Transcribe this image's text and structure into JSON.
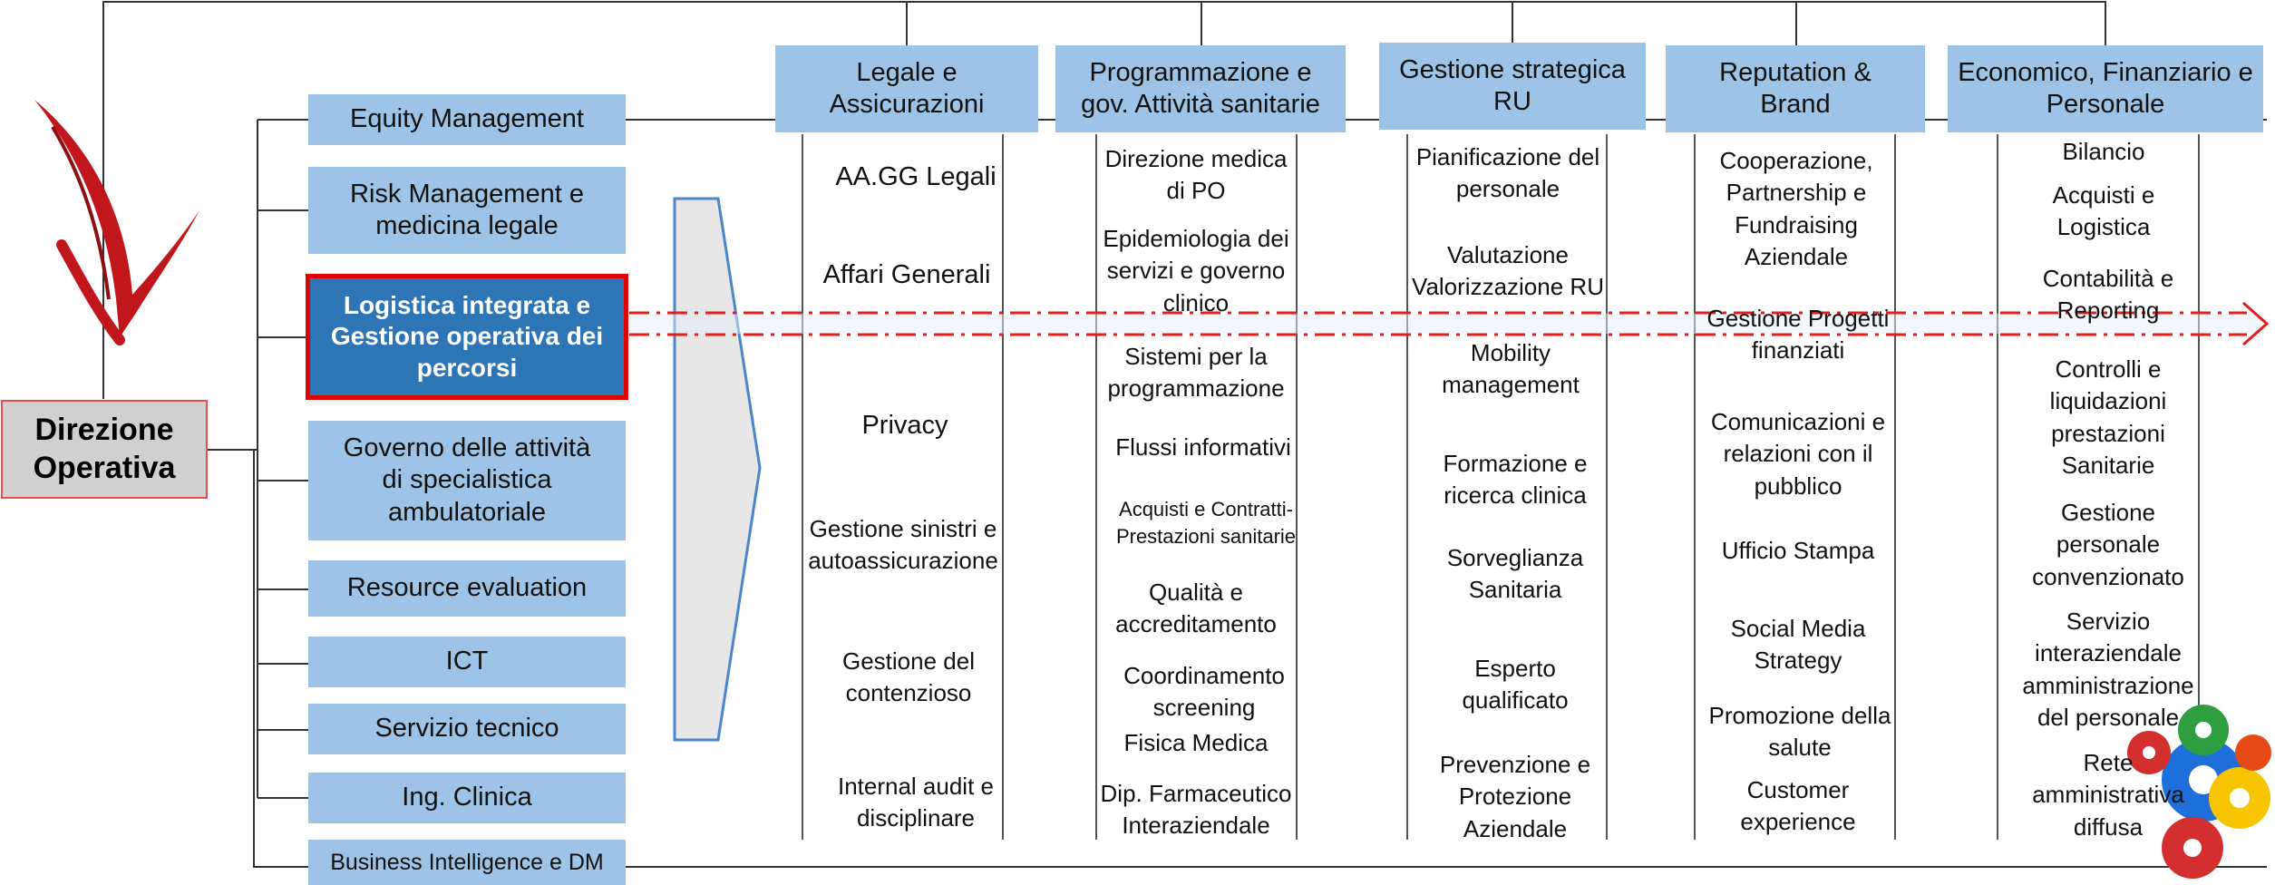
{
  "direzione": {
    "label": "Direzione Operativa"
  },
  "sidebar": {
    "items": [
      {
        "label": "Equity Management"
      },
      {
        "label": "Risk Management e medicina legale"
      },
      {
        "label": "Logistica integrata e Gestione operativa dei percorsi"
      },
      {
        "label": "Governo delle attività di specialistica ambulatoriale"
      },
      {
        "label": "Resource evaluation"
      },
      {
        "label": "ICT"
      },
      {
        "label": "Servizio tecnico"
      },
      {
        "label": "Ing. Clinica"
      },
      {
        "label": "Business Intelligence e DM"
      }
    ]
  },
  "columns": [
    {
      "title": "Legale e Assicurazioni",
      "items": [
        "AA.GG Legali",
        "Affari Generali",
        "Privacy",
        "Gestione sinistri e autoassicurazione",
        "Gestione del contenzioso",
        "Internal audit e disciplinare"
      ]
    },
    {
      "title": "Programmazione e gov. Attività sanitarie",
      "items": [
        "Direzione medica di PO",
        "Epidemiologia dei servizi e governo clinico",
        "Sistemi per la programmazione",
        "Flussi informativi",
        "Acquisti e Contratti-Prestazioni sanitarie",
        "Qualità e accreditamento",
        "Coordinamento screening",
        "Fisica Medica",
        "Dip. Farmaceutico Interaziendale"
      ]
    },
    {
      "title": "Gestione strategica RU",
      "items": [
        "Pianificazione del personale",
        "Valutazione Valorizzazione RU",
        "Mobility management",
        "Formazione e ricerca clinica",
        "Sorveglianza Sanitaria",
        "Esperto qualificato",
        "Prevenzione e Protezione Aziendale"
      ]
    },
    {
      "title": "Reputation & Brand",
      "items": [
        "Cooperazione, Partnership e Fundraising Aziendale",
        "Gestione Progetti finanziati",
        "Comunicazioni e relazioni con il pubblico",
        "Ufficio Stampa",
        "Social Media Strategy",
        "Promozione della salute",
        "Customer experience"
      ]
    },
    {
      "title": "Economico, Finanziario e Personale",
      "items": [
        "Bilancio",
        "Acquisti e Logistica",
        "Contabilità e Reporting",
        "Controlli e liquidazioni prestazioni Sanitarie",
        "Gestione personale convenzionato",
        "Servizio interaziendale amministrazione del personale",
        "Rete amministrativa diffusa"
      ]
    }
  ],
  "colors": {
    "box": "#9dc3e6",
    "selected": "#2e75b6",
    "highlight_border": "#e00000",
    "arrow": "#c0161c",
    "gear_red": "#d32f2f",
    "gear_yellow": "#f6c400",
    "gear_blue": "#1e6fd9",
    "gear_green": "#2e9e3e"
  },
  "icons": [
    "down-arrow-icon",
    "chevron-arrow-icon",
    "gears-icon"
  ]
}
